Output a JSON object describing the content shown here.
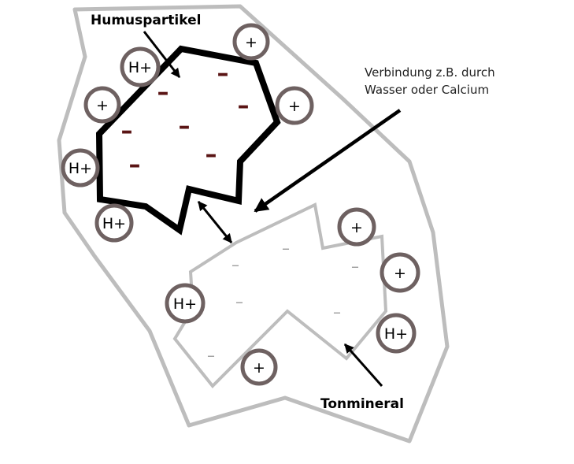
{
  "labels": {
    "humus": "Humuspartikel",
    "connection_line1": "Verbindung z.B. durch",
    "connection_line2": "Wasser oder Calcium",
    "clay": "Tonmineral"
  },
  "humus_charges": [
    "–",
    "–",
    "–",
    "–",
    "–",
    "–",
    "–",
    "–"
  ],
  "clay_charges": [
    "–",
    "–",
    "–",
    "–",
    "–",
    "–",
    "–"
  ],
  "ions": [
    "H+",
    "+",
    "+",
    "+",
    "H+",
    "H+",
    "+",
    "+",
    "H+",
    "H+",
    "+"
  ],
  "colors": {
    "outer_outline": "#bdbdbd",
    "humus_outline": "#000000",
    "humus_charge": "#5a1414",
    "clay_outline": "#bdbdbd",
    "clay_charge": "#a0a0a0",
    "ion_ring": "#6e6161"
  }
}
